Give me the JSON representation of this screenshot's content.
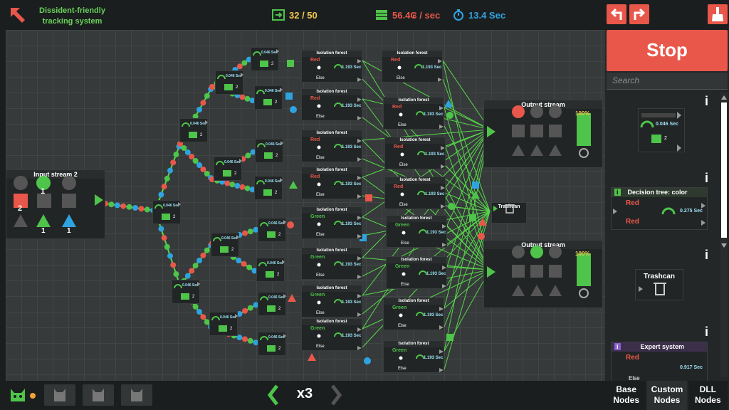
{
  "header": {
    "level_title_line1": "Dissident-friendly",
    "level_title_line2": "tracking system",
    "node_count": "32 / 50",
    "cost_rate": "56.4₢ / sec",
    "time": "13.4 Sec"
  },
  "sidebar": {
    "stop_label": "Stop",
    "search_placeholder": "Search",
    "palette": {
      "delay_time": "0.046 Sec",
      "delay_count": "2",
      "decision_tree_title": "Decision tree: color",
      "decision_tree_red1": "Red",
      "decision_tree_red2": "Red",
      "decision_tree_time": "0.275 Sec",
      "trashcan_title": "Trashcan",
      "expert_title": "Expert system",
      "expert_red": "Red",
      "expert_else": "Else",
      "expert_time": "0.917 Sec"
    },
    "tabs": [
      {
        "line1": "Base",
        "line2": "Nodes"
      },
      {
        "line1": "Custom",
        "line2": "Nodes"
      },
      {
        "line1": "DLL",
        "line2": "Nodes"
      }
    ]
  },
  "board": {
    "input_title": "Input stream 2",
    "input_values": {
      "circle": "1",
      "square": "2",
      "tri_green": "1",
      "tri_blue": "1"
    },
    "output1_title": "Output stream",
    "output1_percent": "100%",
    "output2_title": "Output stream",
    "output2_percent": "100%",
    "trashcan_title": "Trashcan",
    "forest_title": "Isolation forest",
    "forest_red": "Red",
    "forest_green": "Green",
    "forest_else": "Else",
    "forest_time": "1.193 Sec",
    "delay_time": "0.046 Sec",
    "delay_count": "2"
  },
  "footer": {
    "speed": "x3"
  },
  "colors": {
    "red": "#e8574a",
    "green": "#4ec44a",
    "blue": "#2fa3e0",
    "accent": "#e8574a",
    "board": "#363a3a"
  }
}
